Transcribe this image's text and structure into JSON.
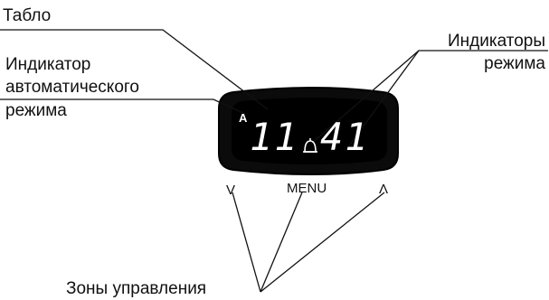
{
  "labels": {
    "tablo": "Табло",
    "auto_indicator": [
      "Индикатор",
      "автоматического",
      "режима"
    ],
    "mode_indicators": [
      "Индикаторы",
      "режима"
    ],
    "control_zones": "Зоны управления"
  },
  "display": {
    "time_hours": "11",
    "time_minutes": "41",
    "auto_letter": "A",
    "alarm_icon": "bell-icon"
  },
  "controls": {
    "down": "V",
    "menu": "MENU",
    "up": "Λ"
  },
  "colors": {
    "display_background": "#000000",
    "display_text": "#ffffff",
    "lines": "#111111"
  }
}
